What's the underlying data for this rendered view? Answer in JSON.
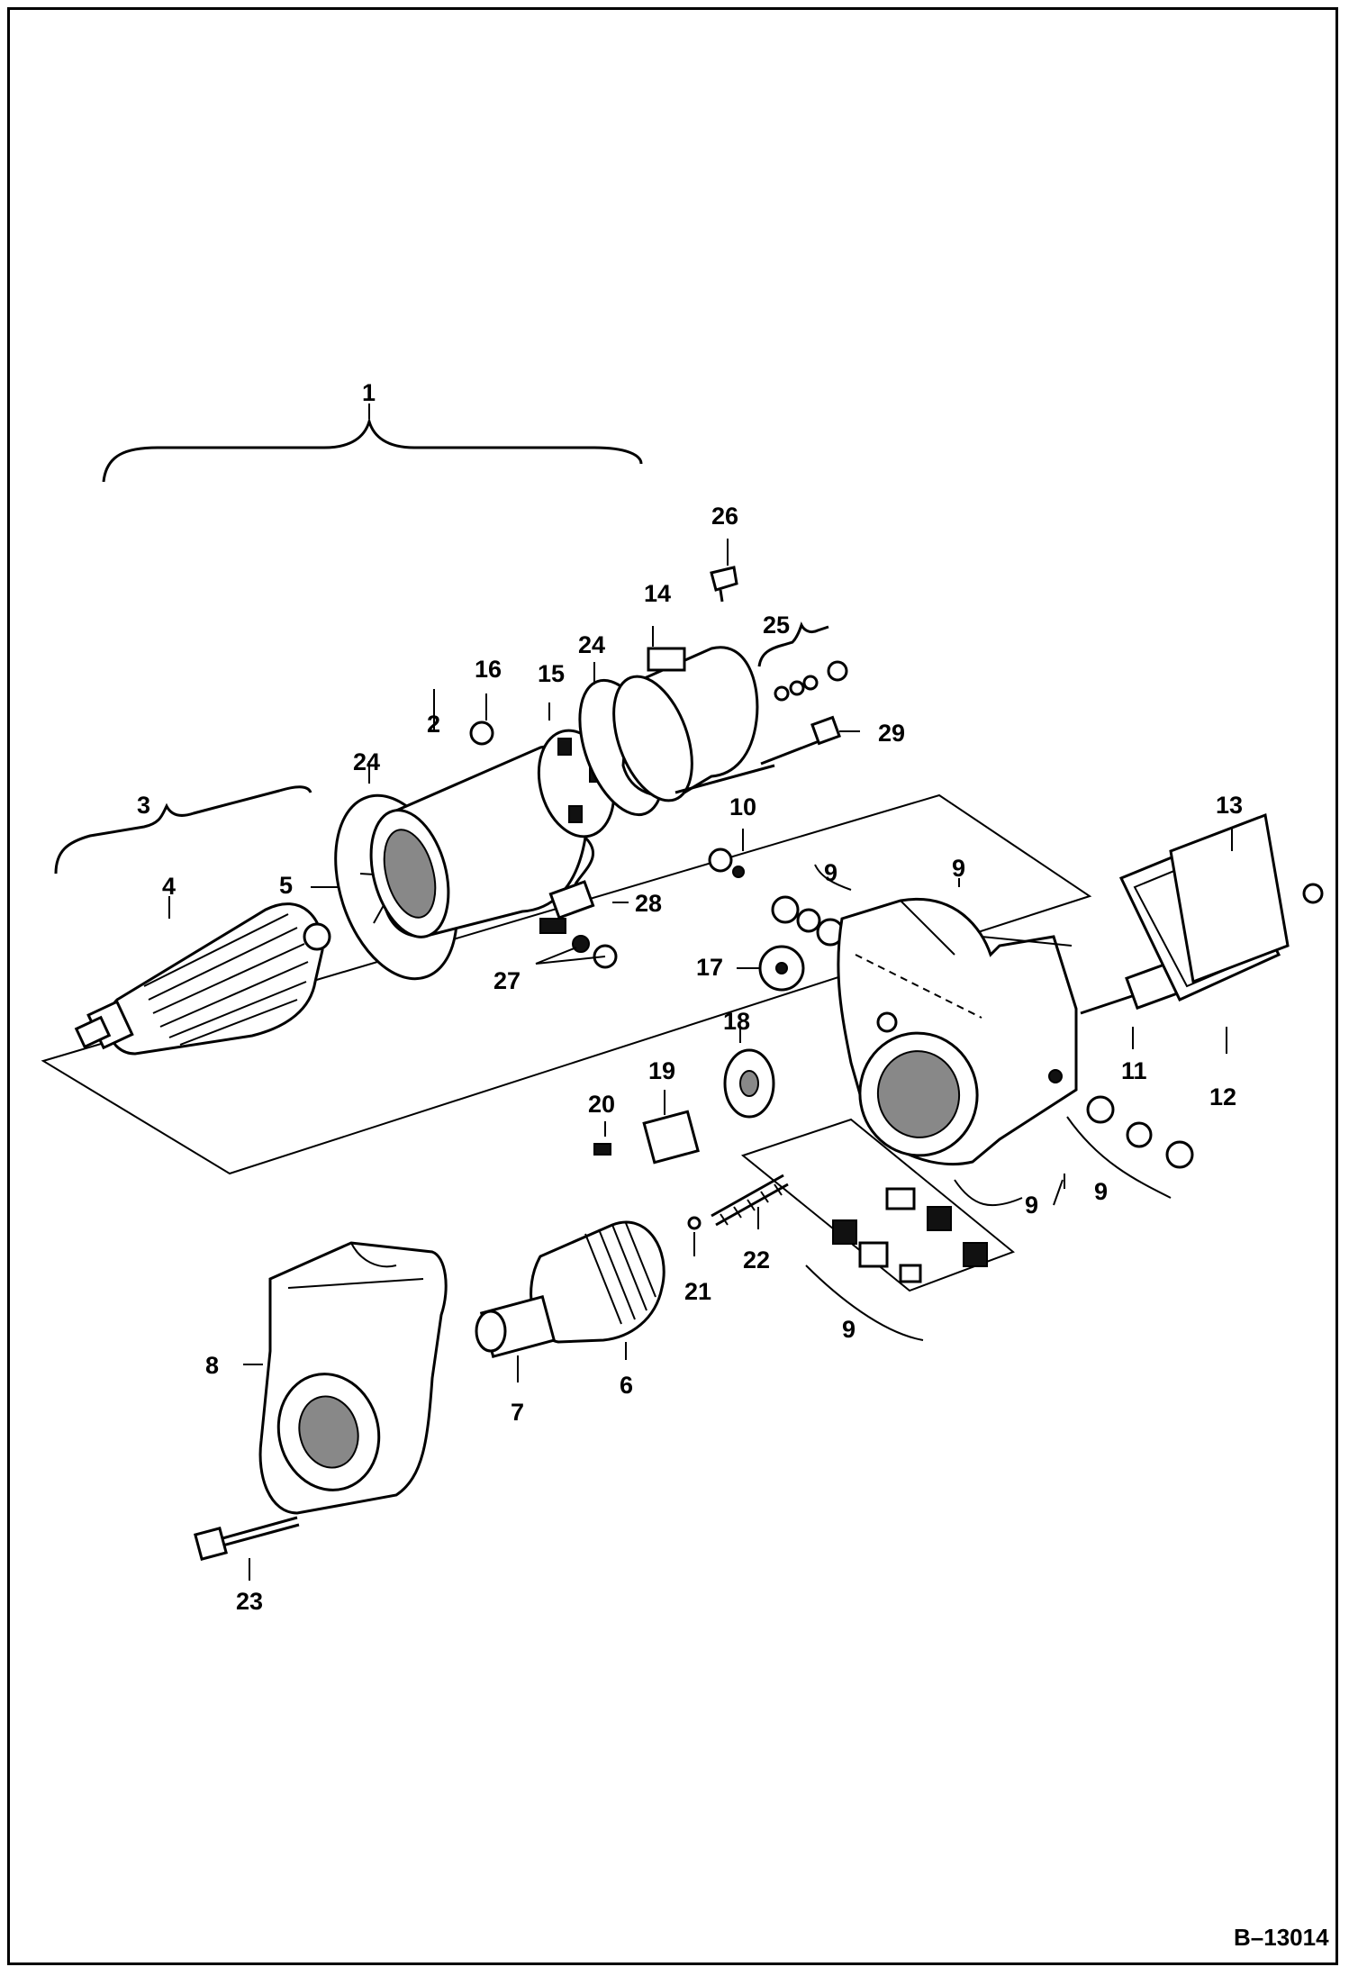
{
  "callouts": {
    "c1": "1",
    "c2": "2",
    "c3": "3",
    "c4": "4",
    "c5": "5",
    "c6": "6",
    "c7": "7",
    "c8": "8",
    "c9": "9",
    "c10": "10",
    "c11": "11",
    "c12": "12",
    "c13": "13",
    "c14": "14",
    "c15": "15",
    "c16": "16",
    "c17": "17",
    "c18": "18",
    "c19": "19",
    "c20": "20",
    "c21": "21",
    "c22": "22",
    "c23": "23",
    "c24": "24",
    "c25": "25",
    "c26": "26",
    "c27": "27",
    "c28": "28",
    "c29": "29"
  },
  "drawing_id": "B–13014"
}
